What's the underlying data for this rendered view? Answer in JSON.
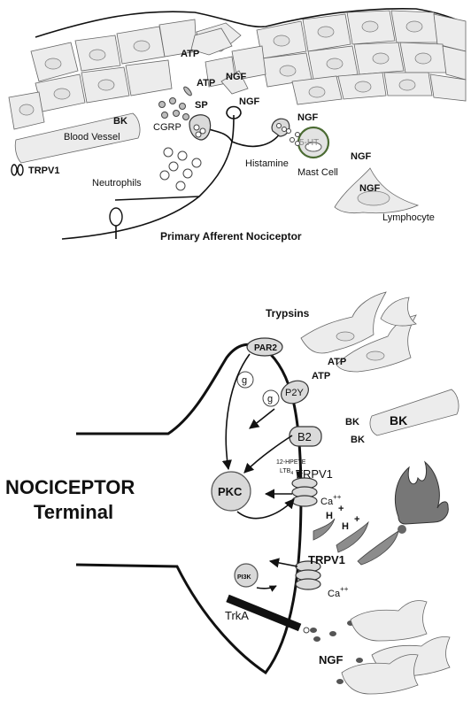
{
  "top_panel": {
    "atp_1": "ATP",
    "atp_2": "ATP",
    "ngf_1": "NGF",
    "ngf_2": "NGF",
    "ngf_3": "NGF",
    "ngf_4": "NGF",
    "ngf_5": "NGF",
    "sp": "SP",
    "cgrp": "CGRP",
    "bk": "BK",
    "blood_vessel": "Blood Vessel",
    "trpv1": "TRPV1",
    "neutrophils": "Neutrophils",
    "histamine": "Histamine",
    "ht5": "5-HT",
    "mast_cell": "Mast Cell",
    "lymphocyte": "Lymphocyte",
    "caption": "Primary Afferent Nociceptor"
  },
  "bottom_panel": {
    "trypsins": "Trypsins",
    "par2": "PAR2",
    "g1": "g",
    "g2": "g",
    "p2y": "P2Y",
    "atp_1": "ATP",
    "atp_2": "ATP",
    "bk_1": "BK",
    "bk_2": "BK",
    "bk_big": "BK",
    "b2": "B2",
    "hpete": "12-HPETE",
    "ltb4": "LTB",
    "ltb4_sub": "4",
    "trpv1_1": "TRPV1",
    "trpv1_2": "TRPV1",
    "ca_1": "Ca",
    "ca_1_sup": "++",
    "ca_2": "Ca",
    "ca_2_sup": "++",
    "h_1": "H",
    "h_2": "H",
    "plus_1": "+",
    "plus_2": "+",
    "pkc": "PKC",
    "pi3k": "PI3K",
    "trka": "TrkA",
    "ngf": "NGF",
    "title_line1": "NOCICEPTOR",
    "title_line2": "Terminal"
  }
}
